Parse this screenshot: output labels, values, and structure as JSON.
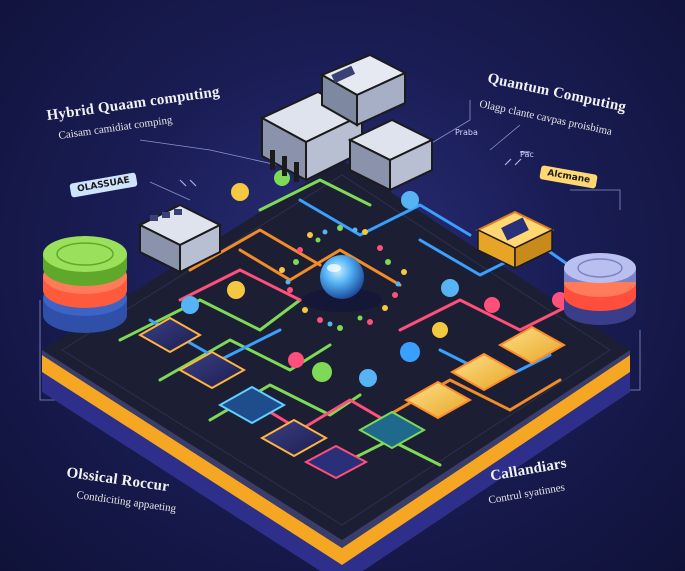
{
  "labels": {
    "top_left_title": "Hybrid Quaam computing",
    "top_left_sub": "Caisam camidiat comping",
    "top_right_title": "Quantum Computing",
    "top_right_sub": "Olagp clante cavpas proisbima",
    "bottom_left_title": "Olssical Roccur",
    "bottom_left_sub": "Contdiciting appaeting",
    "bottom_right_title": "Callandiars",
    "bottom_right_sub": "Contrul syatinnes",
    "tag_left": "OLASSUAE",
    "tag_right": "Alcmane",
    "small_a": "Praba",
    "small_b": "Pac"
  },
  "colors": {
    "background": "#1a1d55",
    "board_top": "#1c1f33",
    "board_edge_orange": "#f5a623",
    "board_edge_blue": "#2d2f8a",
    "wire_green": "#7ed957",
    "wire_orange": "#f28c28",
    "wire_blue": "#3aa0ff",
    "wire_pink": "#ff4f7b",
    "core_blue": "#56b4f5",
    "tag_left": "#cfe3ff",
    "tag_right": "#ffd873"
  },
  "icons": [
    "quantum-core-icon",
    "server-rack-icon",
    "green-disc-stack-icon",
    "blue-disc-stack-icon",
    "chip-tile-icon",
    "node-circle-icon"
  ]
}
